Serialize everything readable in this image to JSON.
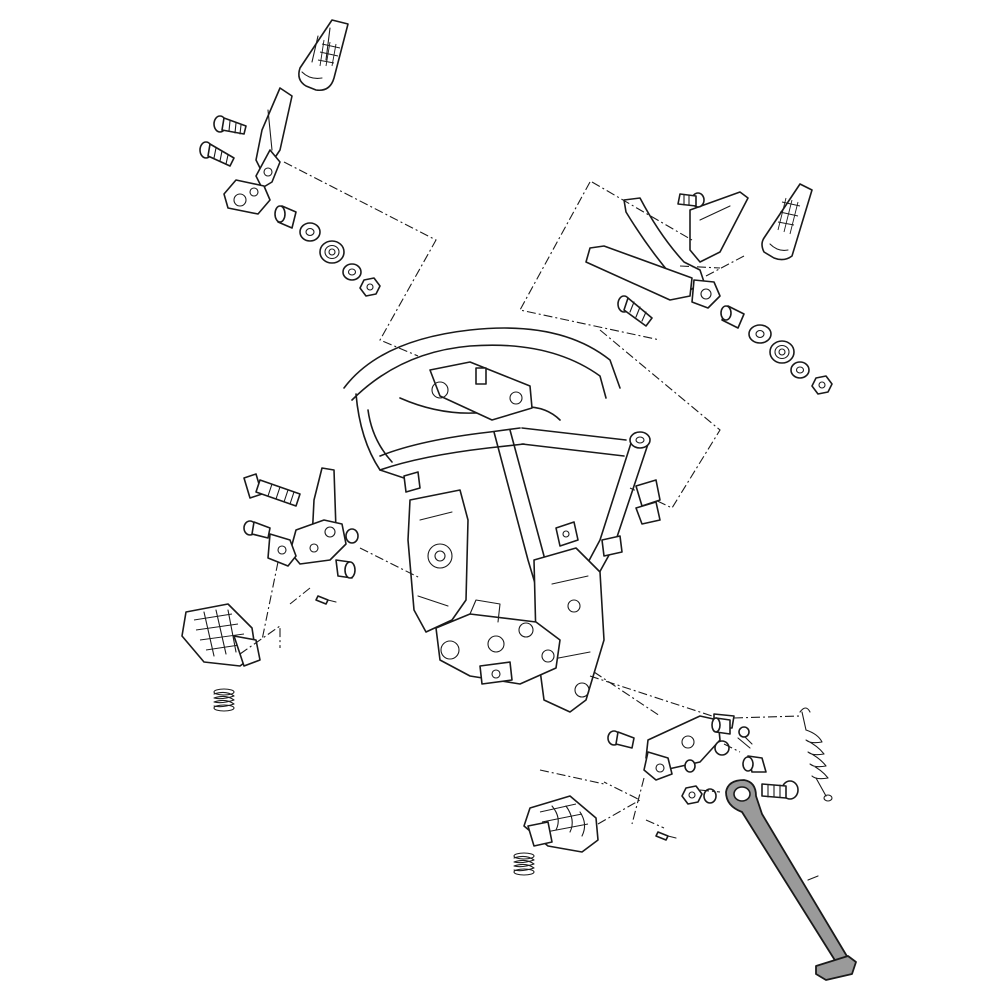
{
  "diagram": {
    "type": "exploded-parts-diagram",
    "highlight_color": "#9a9a9a",
    "line_color": "#1a1a1a",
    "background": "#ffffff",
    "groups": [
      {
        "name": "left-rear-footrest"
      },
      {
        "name": "right-rear-footrest"
      },
      {
        "name": "frame"
      },
      {
        "name": "left-front-footrest"
      },
      {
        "name": "right-front-footrest"
      },
      {
        "name": "side-stand",
        "highlighted": true
      }
    ]
  }
}
